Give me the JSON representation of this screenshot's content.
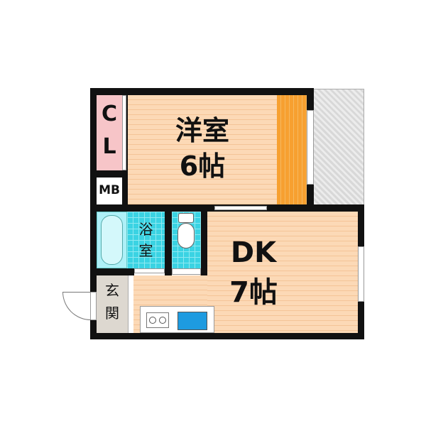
{
  "rooms": {
    "western": {
      "name": "洋室",
      "size": "6帖"
    },
    "dk": {
      "name": "DK",
      "size": "7帖"
    },
    "closet": {
      "label": "C\nL",
      "c": "C",
      "l": "L"
    },
    "meter_box": {
      "label": "MB"
    },
    "bath": {
      "line1": "浴",
      "line2": "室"
    },
    "entrance": {
      "line1": "玄",
      "line2": "関"
    }
  },
  "colors": {
    "floor": "#fcd9b6",
    "closet": "#f7c5c8",
    "storage_strip": "#f7a030",
    "bath_tile": "#3ad3e3",
    "entrance": "#ddd8d0",
    "balcony": "#dcdcdc",
    "sink": "#1e9be0"
  }
}
